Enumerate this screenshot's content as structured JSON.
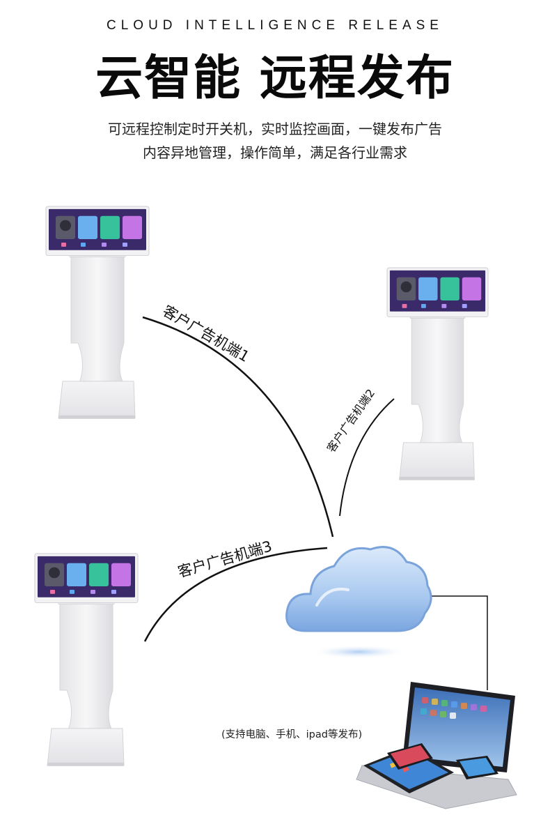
{
  "header": {
    "eyebrow": "CLOUD INTELLIGENCE RELEASE",
    "title": "云智能 远程发布",
    "subtitle_line1": "可远程控制定时开关机，实时监控画面，一键发布广告",
    "subtitle_line2": "内容异地管理，操作简单，满足各行业需求"
  },
  "connections": {
    "client1": "客户广告机端1",
    "client2": "客户广告机端2",
    "client3": "客户广告机端3"
  },
  "devices_caption": "(支持电脑、手机、ipad等发布)",
  "colors": {
    "kiosk_body": "#e9e9ec",
    "screen_bg": "#3a2a6a",
    "cloud": "#a9c9f0",
    "line": "#111111"
  }
}
